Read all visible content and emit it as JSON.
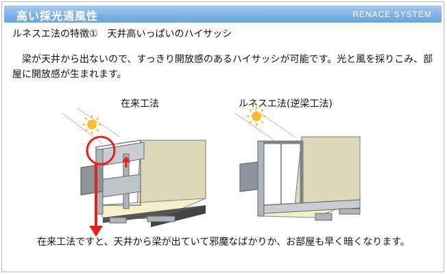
{
  "header": {
    "title": "高い採光通風性",
    "brand": "RENACE SYSTEM"
  },
  "subtitle": "ルネスエ法の特徴①　天井高いっぱいのハイサッシ",
  "paragraph": "梁が天井から出ないので、すっきり開放感のあるハイサッシが可能です。光と風を採りこみ、部屋に開放感が生まれます。",
  "figures": {
    "left_label": "在来工法",
    "right_label": "ルネスエ法(逆梁工法)"
  },
  "footer": "在来工法ですと、天井から梁が出ていて邪魔なばかりか、お部屋も早く暗くなります。",
  "colors": {
    "header_blue": "#7fb2e6",
    "highlight_red": "#e2231a",
    "sun_yellow": "#f6c02a",
    "structure_gray": "#9aa0a6"
  }
}
